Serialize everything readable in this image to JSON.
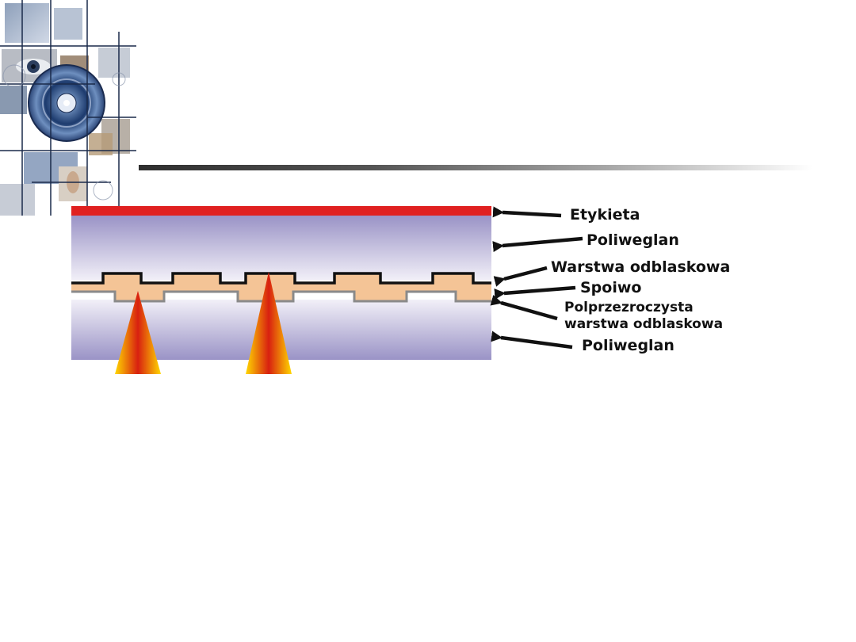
{
  "diagram": {
    "labels": {
      "label": "Etykieta",
      "polycarbonate_top": "Poliweglan",
      "reflective_layer": "Warstwa odblaskowa",
      "adhesive": "Spoiwo",
      "semi_reflective_line1": "Polprzezroczysta",
      "semi_reflective_line2": "warstwa odblaskowa",
      "polycarbonate_bottom": "Poliweglan"
    },
    "colors": {
      "label_layer": "#e02020",
      "polycarbonate_edge": "#9a93c6",
      "polycarbonate_center": "#f2f0f8",
      "adhesive": "#f4c496",
      "reflective_line": "#111111",
      "semi_reflective_line": "#8a8a8a",
      "laser_core": "#d82010",
      "laser_edge": "#ffd800"
    },
    "icons": {
      "arrow": "left-arrow-icon",
      "laser": "laser-beam-icon",
      "corner_art": "cd-disc-collage-icon"
    }
  }
}
